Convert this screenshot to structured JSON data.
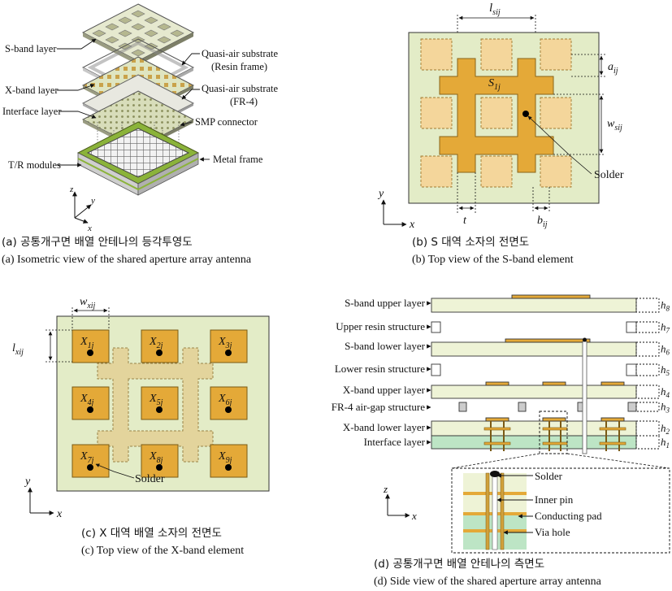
{
  "panel_a": {
    "labels": {
      "s_band": "S-band layer",
      "x_band": "X-band layer",
      "interface": "Interface layer",
      "tr": "T/R modules",
      "qa_resin_1": "Quasi-air substrate",
      "qa_resin_2": "(Resin frame)",
      "qa_fr4_1": "Quasi-air substrate",
      "qa_fr4_2": "(FR-4)",
      "smp": "SMP connector",
      "metal": "Metal frame",
      "ax_z": "z",
      "ax_y": "y",
      "ax_x": "x"
    },
    "caption_kr": "(a) 공통개구면 배열 안테나의 등각투영도",
    "caption_en": "(a) Isometric view of the shared aperture array antenna"
  },
  "panel_b": {
    "labels": {
      "lsij": "l",
      "lsij_sub": "sij",
      "aij": "a",
      "aij_sub": "ij",
      "S1j": "S",
      "S1j_sub": "1j",
      "wsij": "w",
      "wsij_sub": "sij",
      "solder": "Solder",
      "t": "t",
      "bij": "b",
      "bij_sub": "ij",
      "ax_y": "y",
      "ax_x": "x"
    },
    "caption_kr": "(b) S 대역 소자의 전면도",
    "caption_en": "(b) Top view of the S-band element"
  },
  "panel_c": {
    "labels": {
      "wxij": "w",
      "wxij_sub": "xij",
      "lxij": "l",
      "lxij_sub": "xij",
      "solder": "Solder",
      "ax_y": "y",
      "ax_x": "x"
    },
    "elements": [
      {
        "main": "X",
        "sub": "1j"
      },
      {
        "main": "X",
        "sub": "2j"
      },
      {
        "main": "X",
        "sub": "3j"
      },
      {
        "main": "X",
        "sub": "4j"
      },
      {
        "main": "X",
        "sub": "5j"
      },
      {
        "main": "X",
        "sub": "6j"
      },
      {
        "main": "X",
        "sub": "7j"
      },
      {
        "main": "X",
        "sub": "8j"
      },
      {
        "main": "X",
        "sub": "9j"
      }
    ],
    "caption_kr": "(c) X 대역 배열 소자의 전면도",
    "caption_en": "(c) Top view of the X-band element"
  },
  "panel_d": {
    "layers": [
      {
        "label": "S-band upper layer",
        "h": "h",
        "h_sub": "8"
      },
      {
        "label": "Upper resin structure",
        "h": "h",
        "h_sub": "7"
      },
      {
        "label": "S-band lower layer",
        "h": "h",
        "h_sub": "6"
      },
      {
        "label": "Lower resin structure",
        "h": "h",
        "h_sub": "5"
      },
      {
        "label": "X-band upper layer",
        "h": "h",
        "h_sub": "4"
      },
      {
        "label": "FR-4 air-gap structure",
        "h": "h",
        "h_sub": "3"
      },
      {
        "label": "X-band lower layer",
        "h": "h",
        "h_sub": "2"
      },
      {
        "label": "Interface layer",
        "h": "h",
        "h_sub": "1"
      }
    ],
    "detail": {
      "solder": "Solder",
      "inner_pin": "Inner pin",
      "pad": "Conducting pad",
      "via": "Via hole"
    },
    "ax_z": "z",
    "ax_x": "x",
    "caption_kr": "(d) 공통개구면 배열 안테나의 측면도",
    "caption_en": "(d) Side view of the shared aperture array antenna"
  },
  "colors": {
    "substrate": "#e3ecc7",
    "patch": "#e4a938",
    "patch_dash": "#f4d69b",
    "frame_green": "#8bb33a",
    "via_green": "#bde5c5"
  }
}
